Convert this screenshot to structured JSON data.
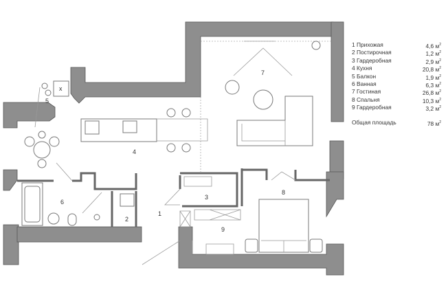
{
  "legend": {
    "rooms": [
      {
        "label": "1 Прихожая",
        "area": "4,6 м",
        "unit_sup": "2"
      },
      {
        "label": "2 Постирочная",
        "area": "1,2 м",
        "unit_sup": "2"
      },
      {
        "label": "3 Гардеробная",
        "area": "2,9 м",
        "unit_sup": "2"
      },
      {
        "label": "4 Кухня",
        "area": "20,8 м",
        "unit_sup": "2"
      },
      {
        "label": "5 Балкон",
        "area": "1,9 м",
        "unit_sup": "2"
      },
      {
        "label": "6 Ванная",
        "area": "6,3 м",
        "unit_sup": "2"
      },
      {
        "label": "7 Гостиная",
        "area": "26,8 м",
        "unit_sup": "2"
      },
      {
        "label": "8 Спальня",
        "area": "10,3 м",
        "unit_sup": "2"
      },
      {
        "label": "9 Гардеробная",
        "area": "3,2 м",
        "unit_sup": "2"
      }
    ],
    "total": {
      "label": "Общая площадь",
      "area": "78 м",
      "unit_sup": "2"
    }
  },
  "plan": {
    "room_numbers": [
      "1",
      "2",
      "3",
      "4",
      "5",
      "6",
      "7",
      "8",
      "9"
    ],
    "balcony_mark": "x"
  },
  "colors": {
    "wall": "#8e8e8e",
    "line": "#666666"
  }
}
